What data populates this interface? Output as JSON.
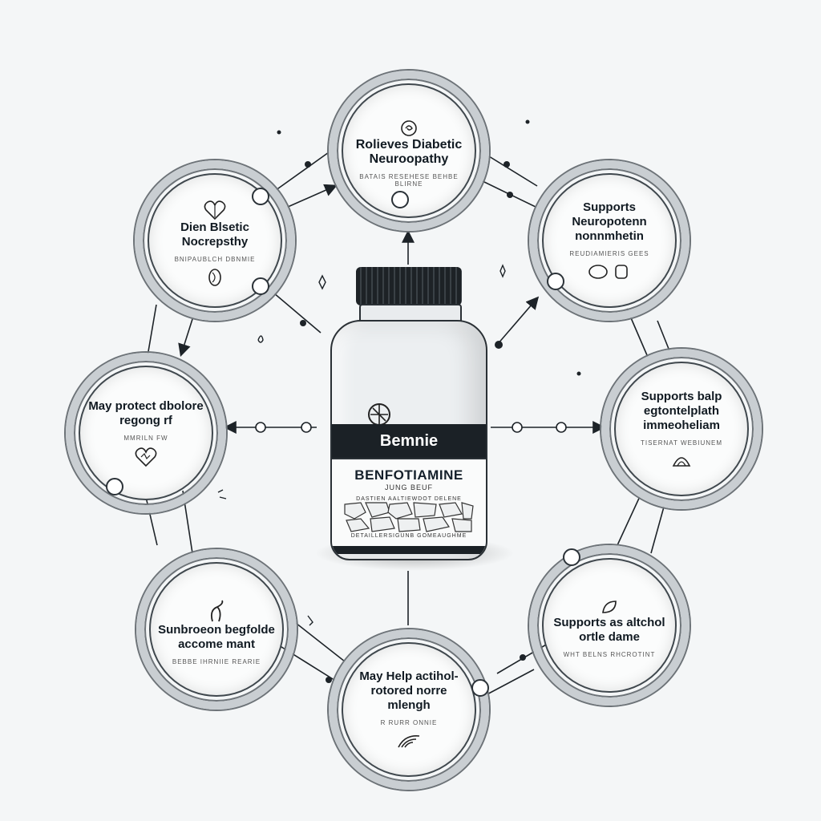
{
  "product": {
    "brand": "Bemnie",
    "name": "BENFOTIAMINE",
    "subtitle": "JUNG BEUF",
    "fine_print_1": "DASTIEN AALTIEWDOT DELENE",
    "fine_print_2": "DETAILLERSIGUNB GOMEAUGHME"
  },
  "benefits": [
    {
      "title": "Rolieves Diabetic Neuroopathy",
      "fine": "BATAIS RESEHESE BEHBE BLIRNE"
    },
    {
      "title": "Supports Neuropotenn nonnmhetin",
      "fine": "REUDIAMIERIS GEES"
    },
    {
      "title": "Supports balp egtontelplath immeoheliam",
      "fine": "TISERNAT WEBIUNEM"
    },
    {
      "title": "Supports as altchol ortle dame",
      "fine": "WHT BELNS RHCROTINT"
    },
    {
      "title": "May Help actihol-rotored norre mlengh",
      "fine": "R RURR ONNIE"
    },
    {
      "title": "Sunbroeon begfolde accome mant",
      "fine": "BEBBE IHRNIIE REARIE"
    },
    {
      "title": "May protect dbolore regong rf",
      "fine": "MMRILN FW"
    },
    {
      "title": "Dien Blsetic Nocrepsthy",
      "fine": "BNIPAUBLCH DBNMIE"
    }
  ],
  "colors": {
    "ink": "#15202b",
    "ring": "#c9ced2",
    "background": "#f4f6f7",
    "band": "#1b2126"
  }
}
